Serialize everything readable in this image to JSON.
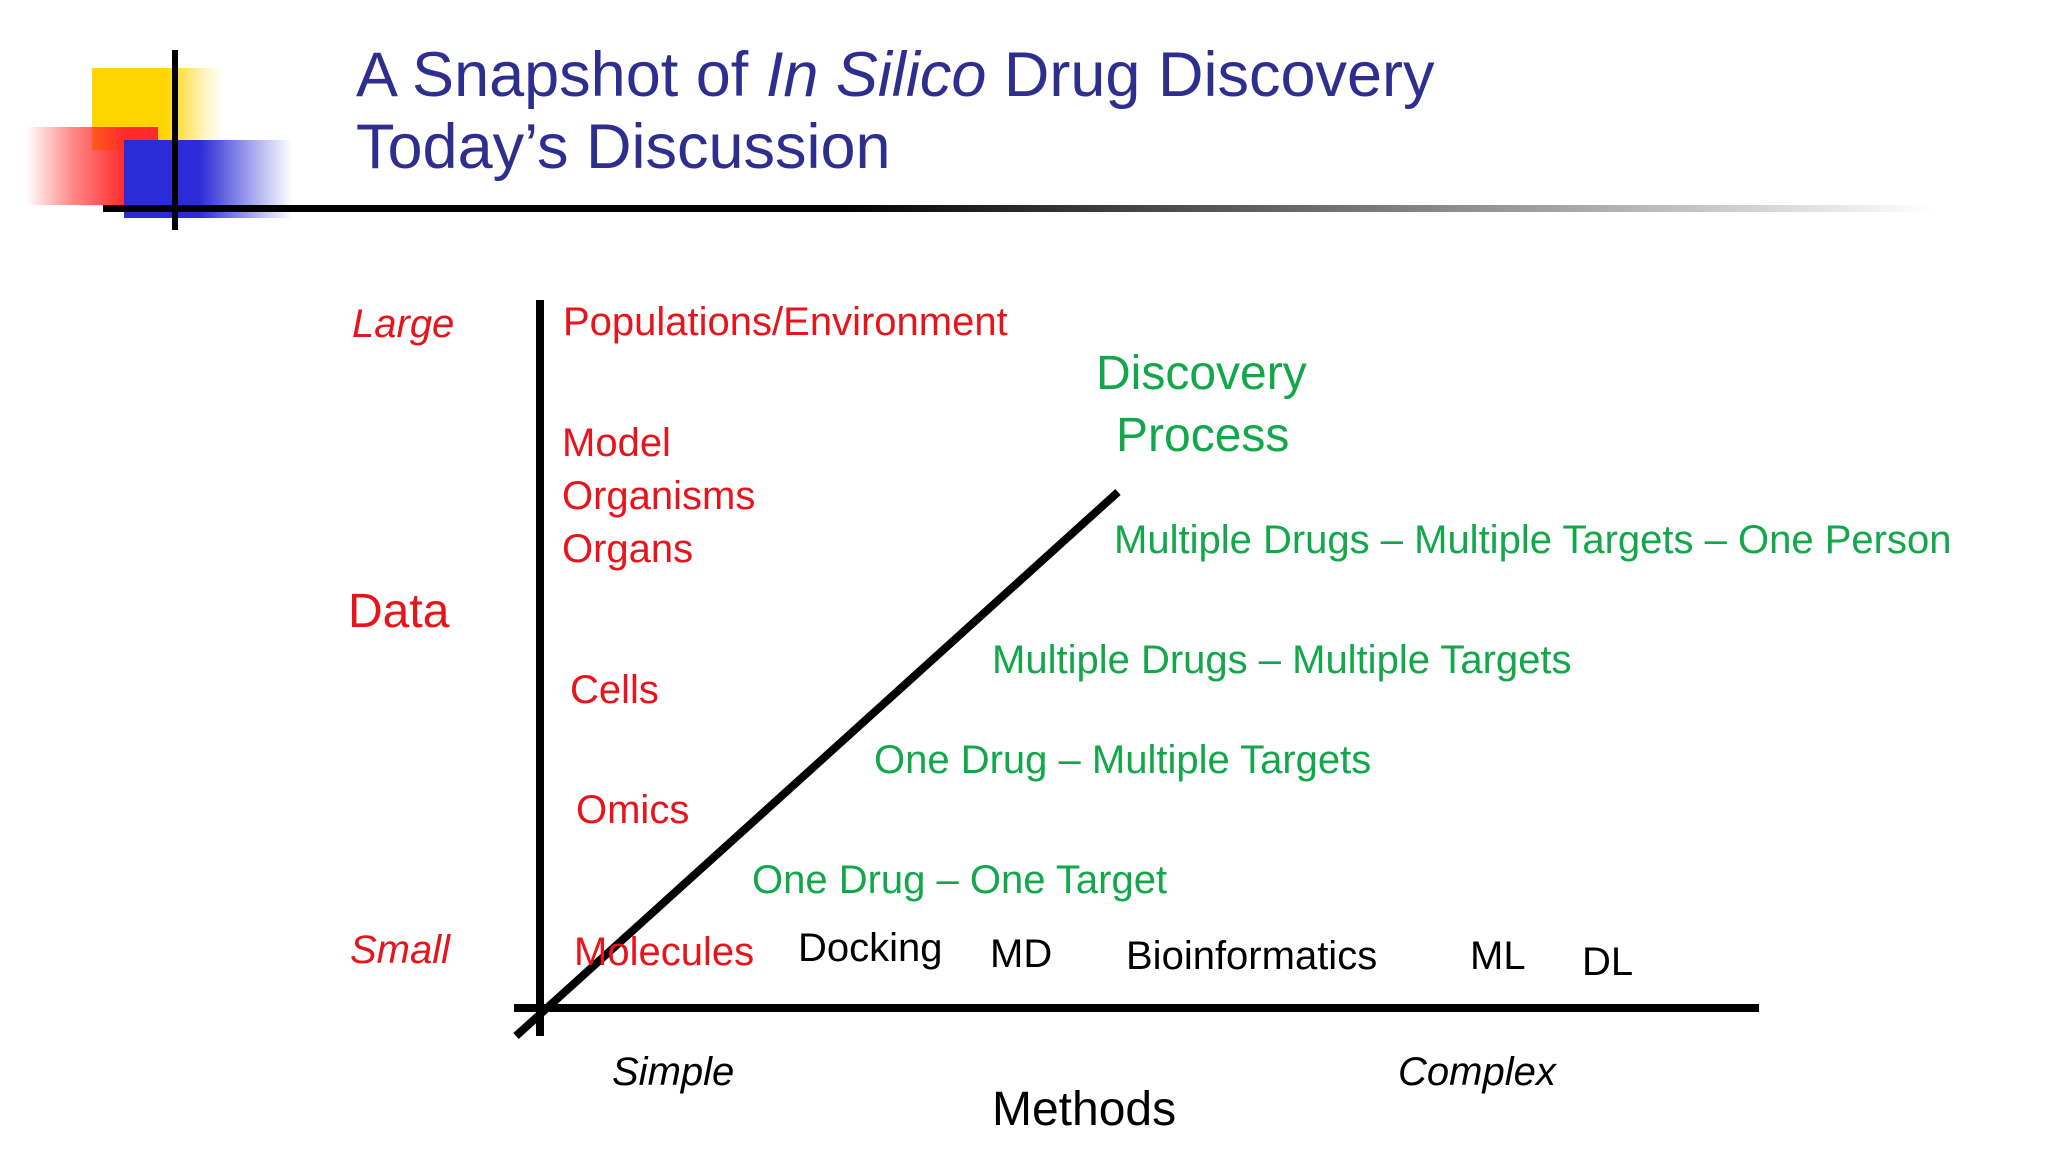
{
  "title": {
    "line1_prefix": "A Snapshot of ",
    "line1_italic": "In Silico",
    "line1_suffix": " Drug Discovery",
    "line2": "Today’s Discussion"
  },
  "y_axis": {
    "label": "Data",
    "top_label": "Large",
    "bottom_label": "Small",
    "levels": {
      "populations": "Populations/Environment",
      "model": "Model",
      "organisms": "Organisms",
      "organs": "Organs",
      "cells": "Cells",
      "omics": "Omics",
      "molecules": "Molecules"
    }
  },
  "x_axis": {
    "label": "Methods",
    "left_label": "Simple",
    "right_label": "Complex",
    "methods": {
      "docking": "Docking",
      "md": "MD",
      "bioinformatics": "Bioinformatics",
      "ml": "ML",
      "dl": "DL"
    }
  },
  "process": {
    "title_line1": "Discovery",
    "title_line2": "Process",
    "steps": {
      "one_one": "One Drug – One Target",
      "one_multi": "One Drug – Multiple Targets",
      "multi_multi": "Multiple Drugs – Multiple Targets",
      "multi_multi_person": "Multiple Drugs – Multiple Targets – One Person"
    }
  },
  "colors": {
    "title": "#2e2e8f",
    "data_labels": "#e8141c",
    "process_labels": "#12a84a",
    "methods_labels": "#000000"
  }
}
